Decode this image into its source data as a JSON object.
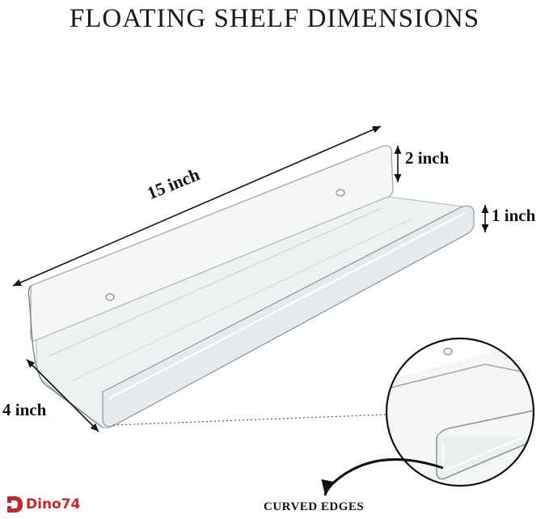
{
  "title": "FLOATING SHELF DIMENSIONS",
  "dimensions": {
    "length": "15 inch",
    "back_height": "2 inch",
    "lip_height": "1 inch",
    "depth": "4 inch"
  },
  "callout": "CURVED EDGES",
  "brand": {
    "name": "Dino74",
    "color": "#c2282c"
  },
  "icons": [
    "shelf-illustration",
    "dimension-arrow",
    "magnifier-circle",
    "curved-arrow",
    "dino74-logo"
  ]
}
